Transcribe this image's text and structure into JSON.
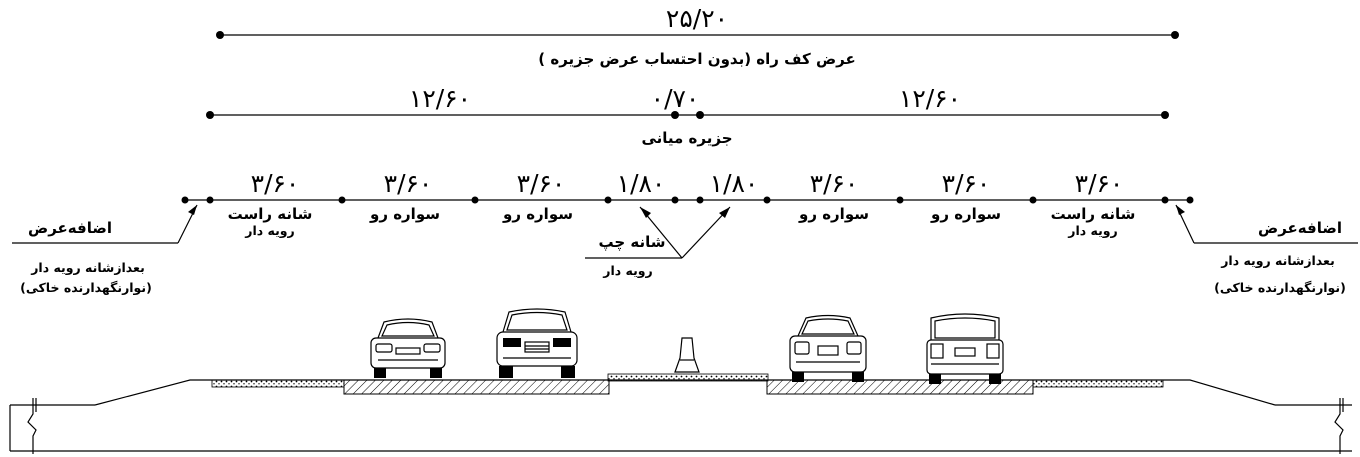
{
  "total": {
    "value": "۲۵/۲۰",
    "label": "عرض کف راه (بدون احتساب عرض جزیره )"
  },
  "halves": {
    "left": "۱۲/۶۰",
    "median": "۰/۷۰",
    "right": "۱۲/۶۰",
    "median_label": "جزیره میانی"
  },
  "lanes": {
    "w1": "۳/۶۰",
    "w2": "۳/۶۰",
    "w3": "۳/۶۰",
    "w4": "۱/۸۰",
    "w5": "۱/۸۰",
    "w6": "۳/۶۰",
    "w7": "۳/۶۰",
    "w8": "۳/۶۰",
    "l1a": "شانه راست",
    "l1b": "رویه دار",
    "l2": "سواره رو",
    "l3": "سواره رو",
    "l6": "سواره رو",
    "l7": "سواره رو",
    "l8a": "شانه راست",
    "l8b": "رویه دار"
  },
  "left_shoulder": {
    "a": "شانه چپ",
    "b": "رویه دار"
  },
  "extra_left": {
    "title": "اضافه‌عرض",
    "line1": "بعدازشانه رویه دار",
    "line2": "(نوارنگهدارنده خاکی)"
  },
  "extra_right": {
    "title": "اضافه‌عرض",
    "line1": "بعدازشانه رویه دار",
    "line2": "(نوارنگهدارنده خاکی)"
  }
}
